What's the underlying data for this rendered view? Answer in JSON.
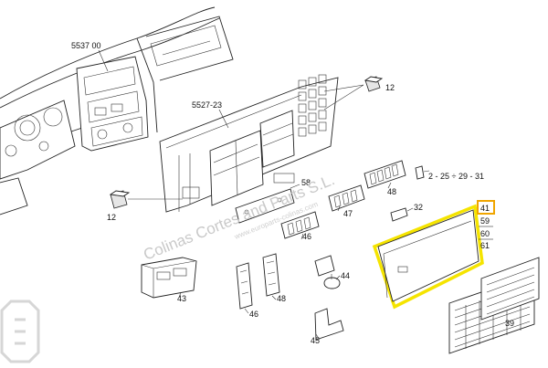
{
  "labels": {
    "dashboard": "5537 00",
    "panel": "5527-23",
    "relay_top": "12",
    "relay_left": "12",
    "connector_range": "2 - 25 ÷ 29 - 31",
    "switch_58": "58",
    "switch_48_top": "48",
    "switch_47": "47",
    "switch_46_mid": "46",
    "cover_32": "32",
    "block_43": "43",
    "switch_46_low": "46",
    "switch_48_low": "48",
    "plug_44": "44",
    "bracket_45": "45",
    "label_39": "39",
    "ref_41": "41",
    "ref_59": "59",
    "ref_60": "60",
    "ref_61": "61"
  },
  "watermark": {
    "main": "Colinas Cortes and Parts S.L.",
    "small": "www.europarts-colinas.com"
  },
  "colors": {
    "highlight_outline": "#f5e400",
    "highlight_box": "#f0a500",
    "watermark": "#c9c9c9",
    "line": "#222222"
  }
}
